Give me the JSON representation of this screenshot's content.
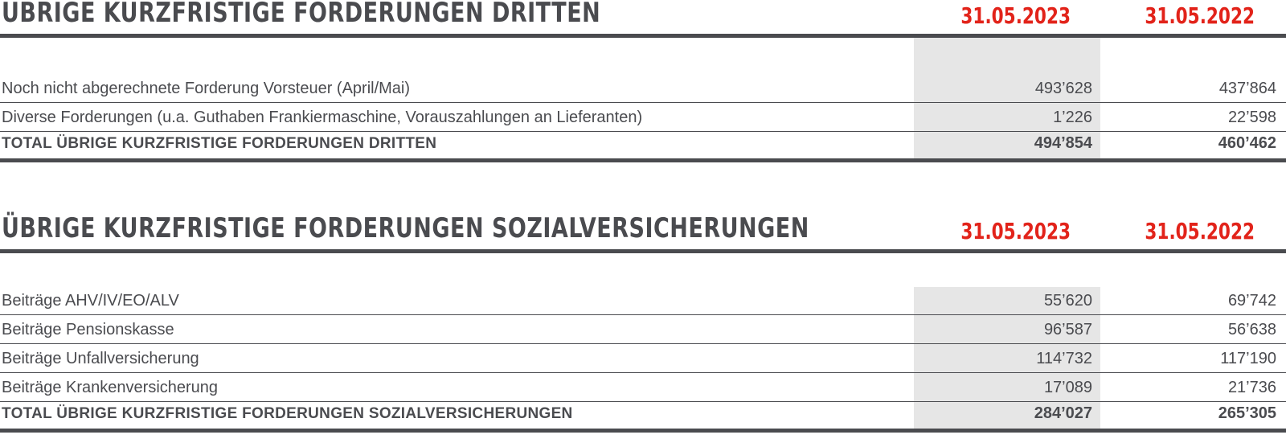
{
  "section1": {
    "title": "Übrige kurzfristige Forderungen Dritten",
    "col_a": "31.05.2023",
    "col_b": "31.05.2022",
    "rows": [
      {
        "label": "Noch nicht abgerechnete Forderung Vorsteuer (April/Mai)",
        "a": "493’628",
        "b": "437’864"
      },
      {
        "label": "Diverse Forderungen (u.a. Guthaben Frankiermaschine, Vorauszahlungen an Lieferanten)",
        "a": "1’226",
        "b": "22’598"
      }
    ],
    "total": {
      "label": "Total übrige kurzfristige Forderungen Dritten",
      "a": "494’854",
      "b": "460’462"
    }
  },
  "section2": {
    "title": "Übrige kurzfristige Forderungen Sozialversicherungen",
    "col_a": "31.05.2023",
    "col_b": "31.05.2022",
    "rows": [
      {
        "label": "Beiträge AHV/IV/EO/ALV",
        "a": "55’620",
        "b": "69’742"
      },
      {
        "label": "Beiträge Pensionskasse",
        "a": "96’587",
        "b": "56’638"
      },
      {
        "label": "Beiträge Unfallversicherung",
        "a": "114’732",
        "b": "117’190"
      },
      {
        "label": "Beiträge Krankenversicherung",
        "a": "17’089",
        "b": "21’736"
      }
    ],
    "total": {
      "label": "Total übrige kurzfristige Forderungen Sozialversicherungen",
      "a": "284’027",
      "b": "265’305"
    }
  },
  "colors": {
    "text": "#4a4b4f",
    "accent": "#e2231a",
    "shade": "#e6e6e6"
  }
}
